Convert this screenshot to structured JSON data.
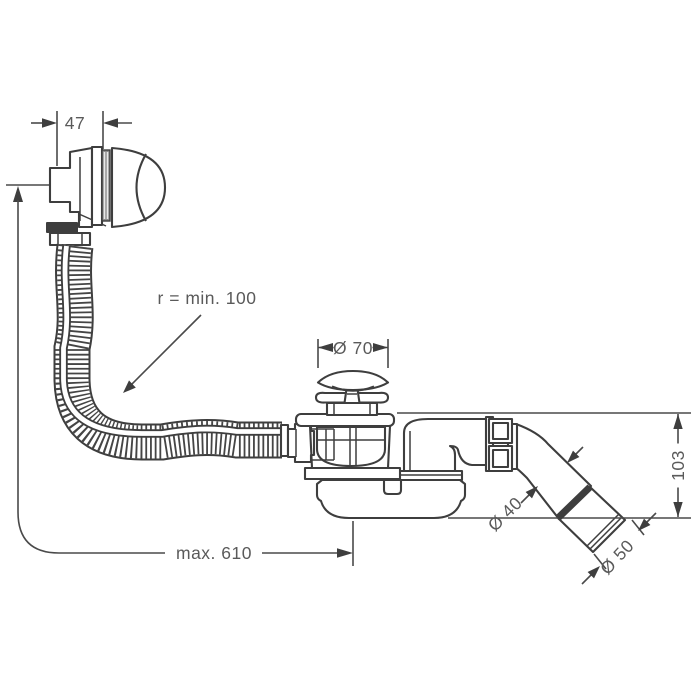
{
  "diagram": {
    "kind": "technical-drawing",
    "subject": "bath-tub-waste-and-overflow-set-side-view",
    "background_color": "#ffffff",
    "line_color": "#3e3e3e",
    "text_color": "#5a5a5a"
  },
  "dimensions": {
    "overflow_depth": {
      "label": "47"
    },
    "hose_bend_radius": {
      "label": "r = min. 100"
    },
    "plug_diameter": {
      "label": "Ø 70"
    },
    "max_length": {
      "label": "max. 610"
    },
    "outlet_pipe_diameter": {
      "label": "Ø 40"
    },
    "outlet_height": {
      "label": "103"
    },
    "outlet_end_diameter": {
      "label": "Ø 50"
    }
  }
}
